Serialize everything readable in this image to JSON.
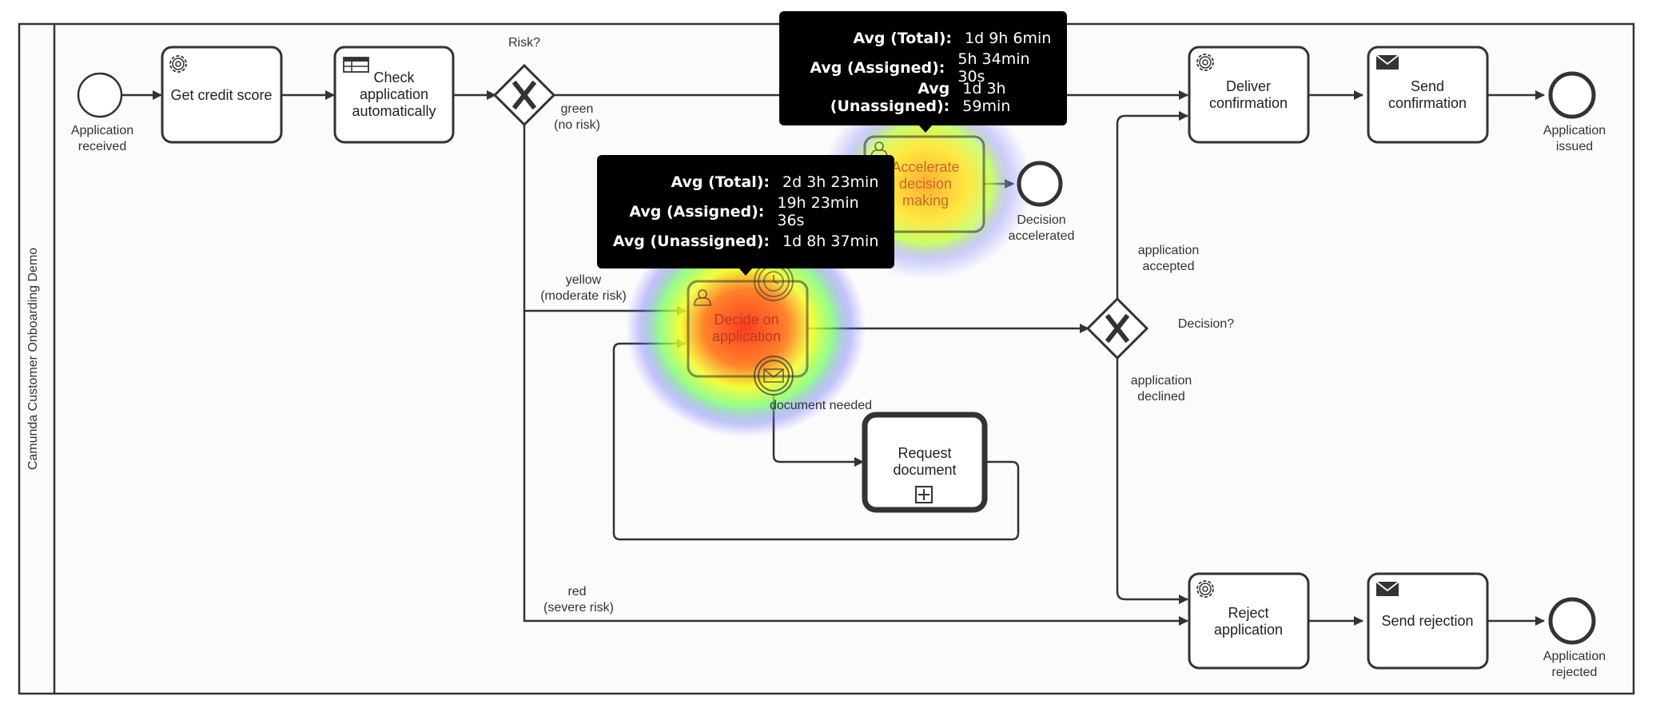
{
  "pool": {
    "name": "Camunda Customer Onboarding Demo"
  },
  "events": {
    "start": [
      "Application",
      "received"
    ],
    "issued": [
      "Application",
      "issued"
    ],
    "rejected": [
      "Application",
      "rejected"
    ],
    "accelerated": [
      "Decision",
      "accelerated"
    ]
  },
  "tasks": {
    "credit": {
      "lines": [
        "Get credit score"
      ],
      "type": "service"
    },
    "check": {
      "lines": [
        "Check",
        "application",
        "automatically"
      ],
      "type": "business-rule"
    },
    "accelerate": {
      "lines": [
        "Accelerate",
        "decision",
        "making"
      ],
      "type": "user"
    },
    "decide": {
      "lines": [
        "Decide on",
        "application"
      ],
      "type": "user"
    },
    "request": {
      "lines": [
        "Request",
        "document"
      ],
      "type": "subprocess"
    },
    "deliver": {
      "lines": [
        "Deliver",
        "confirmation"
      ],
      "type": "service"
    },
    "send_conf": {
      "lines": [
        "Send",
        "confirmation"
      ],
      "type": "send"
    },
    "reject": {
      "lines": [
        "Reject",
        "application"
      ],
      "type": "service"
    },
    "send_rej": {
      "lines": [
        "Send rejection"
      ],
      "type": "send"
    }
  },
  "gateways": {
    "risk": "Risk?",
    "decision": "Decision?"
  },
  "flow_labels": {
    "green": [
      "green",
      "(no risk)"
    ],
    "yellow": [
      "yellow",
      "(moderate risk)"
    ],
    "red": [
      "red",
      "(severe risk)"
    ],
    "accepted": [
      "application",
      "accepted"
    ],
    "declined": [
      "application",
      "declined"
    ],
    "doc_needed": "document needed"
  },
  "tooltips": [
    {
      "rows": [
        {
          "key": "Avg (Total):",
          "value": "1d 9h 6min"
        },
        {
          "key": "Avg (Assigned):",
          "value": "5h 34min 30s"
        },
        {
          "key": "Avg (Unassigned):",
          "value": "1d 3h 59min"
        }
      ]
    },
    {
      "rows": [
        {
          "key": "Avg (Total):",
          "value": "2d 3h 23min"
        },
        {
          "key": "Avg (Assigned):",
          "value": "19h 23min 36s"
        },
        {
          "key": "Avg (Unassigned):",
          "value": "1d 8h 37min"
        }
      ]
    }
  ],
  "colors": {
    "heat_hot": "#ff2a00",
    "heat_warm": "#ffe600",
    "heat_mid": "#8cff3c",
    "heat_cool": "#6a6aff"
  }
}
